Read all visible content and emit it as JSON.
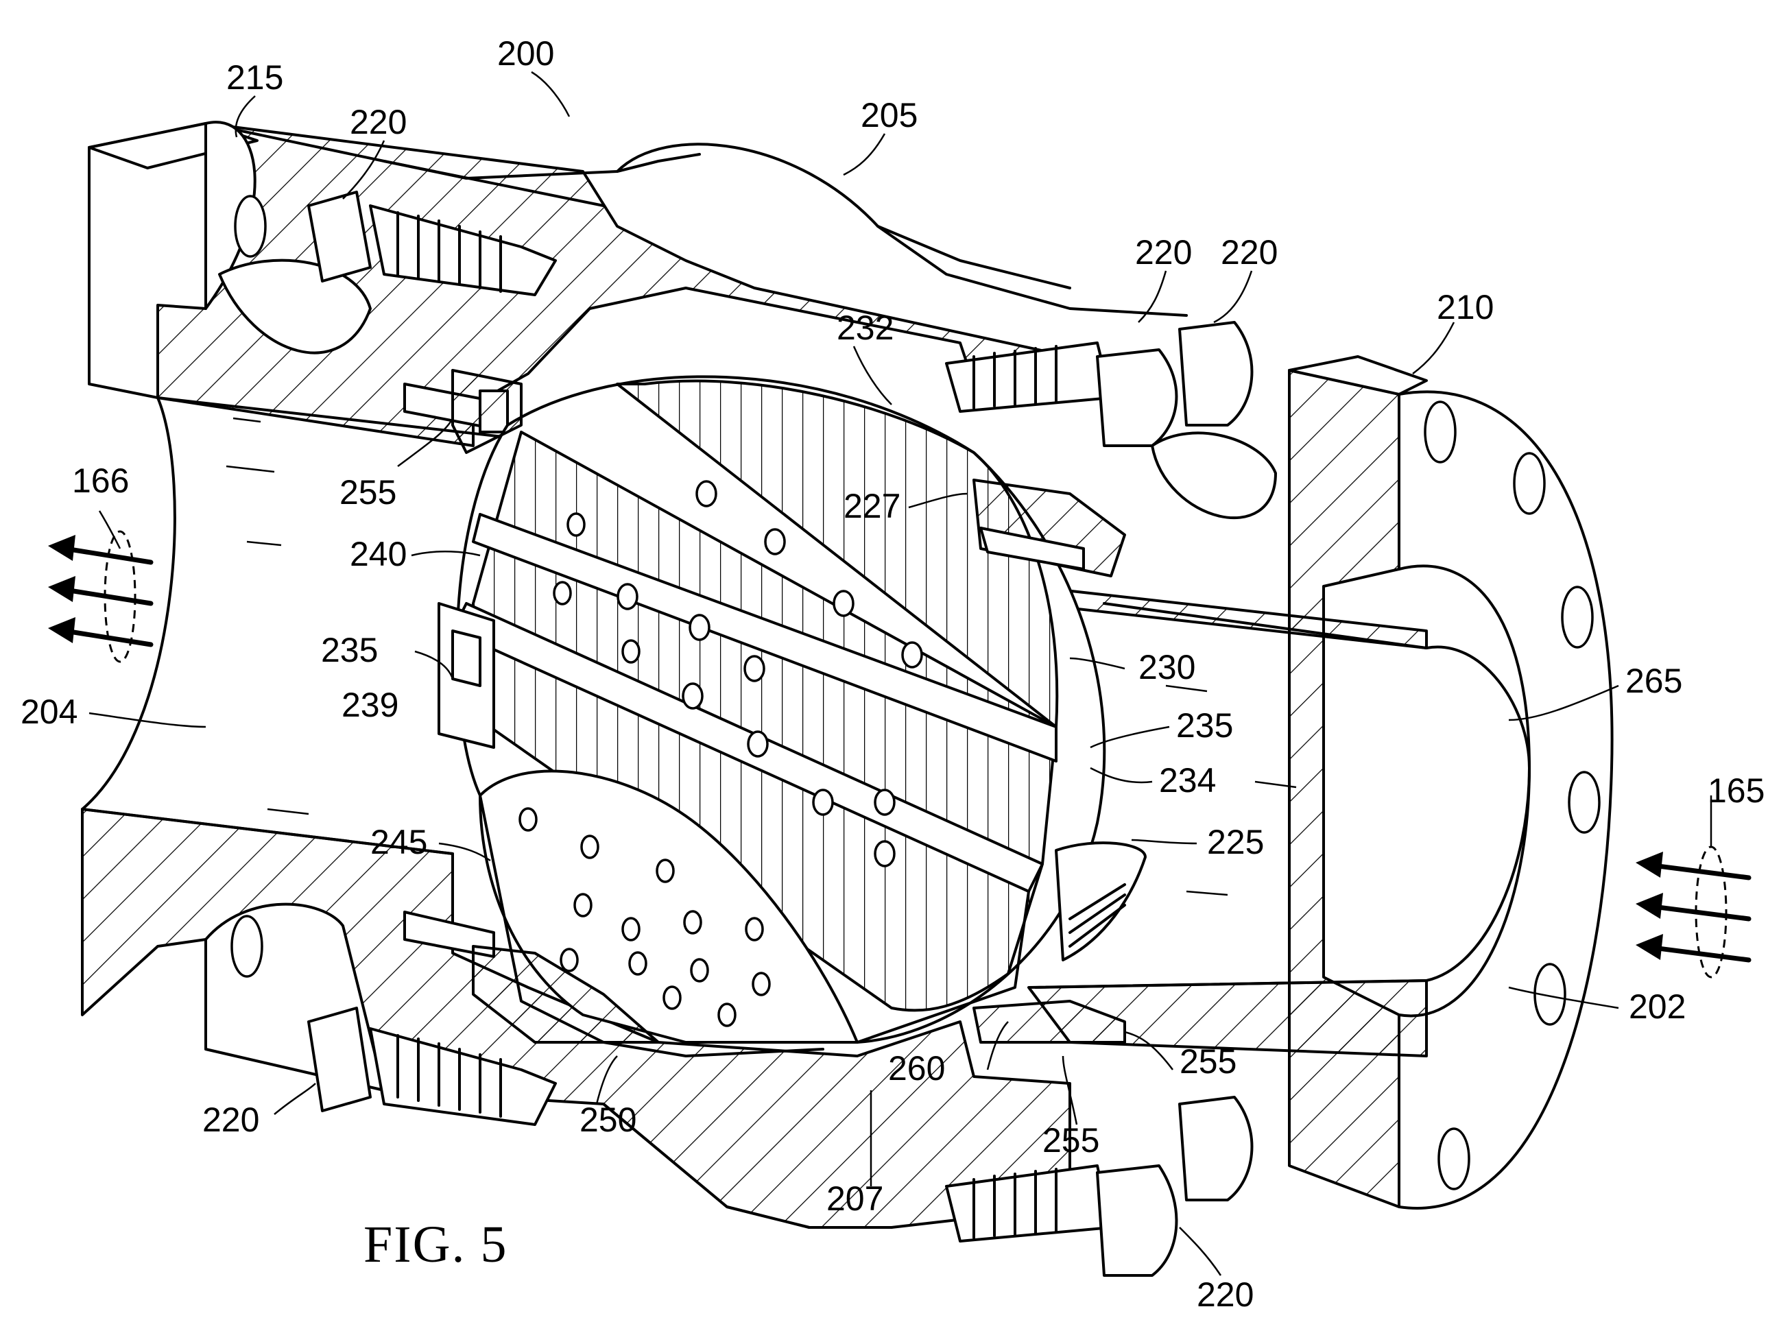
{
  "figure": {
    "caption": "FIG. 5",
    "reference_numerals": [
      "200",
      "215",
      "220",
      "205",
      "220",
      "220",
      "210",
      "232",
      "255",
      "166",
      "227",
      "240",
      "235",
      "239",
      "230",
      "265",
      "204",
      "235",
      "234",
      "165",
      "245",
      "225",
      "202",
      "260",
      "255",
      "250",
      "220",
      "255",
      "207",
      "220"
    ]
  }
}
